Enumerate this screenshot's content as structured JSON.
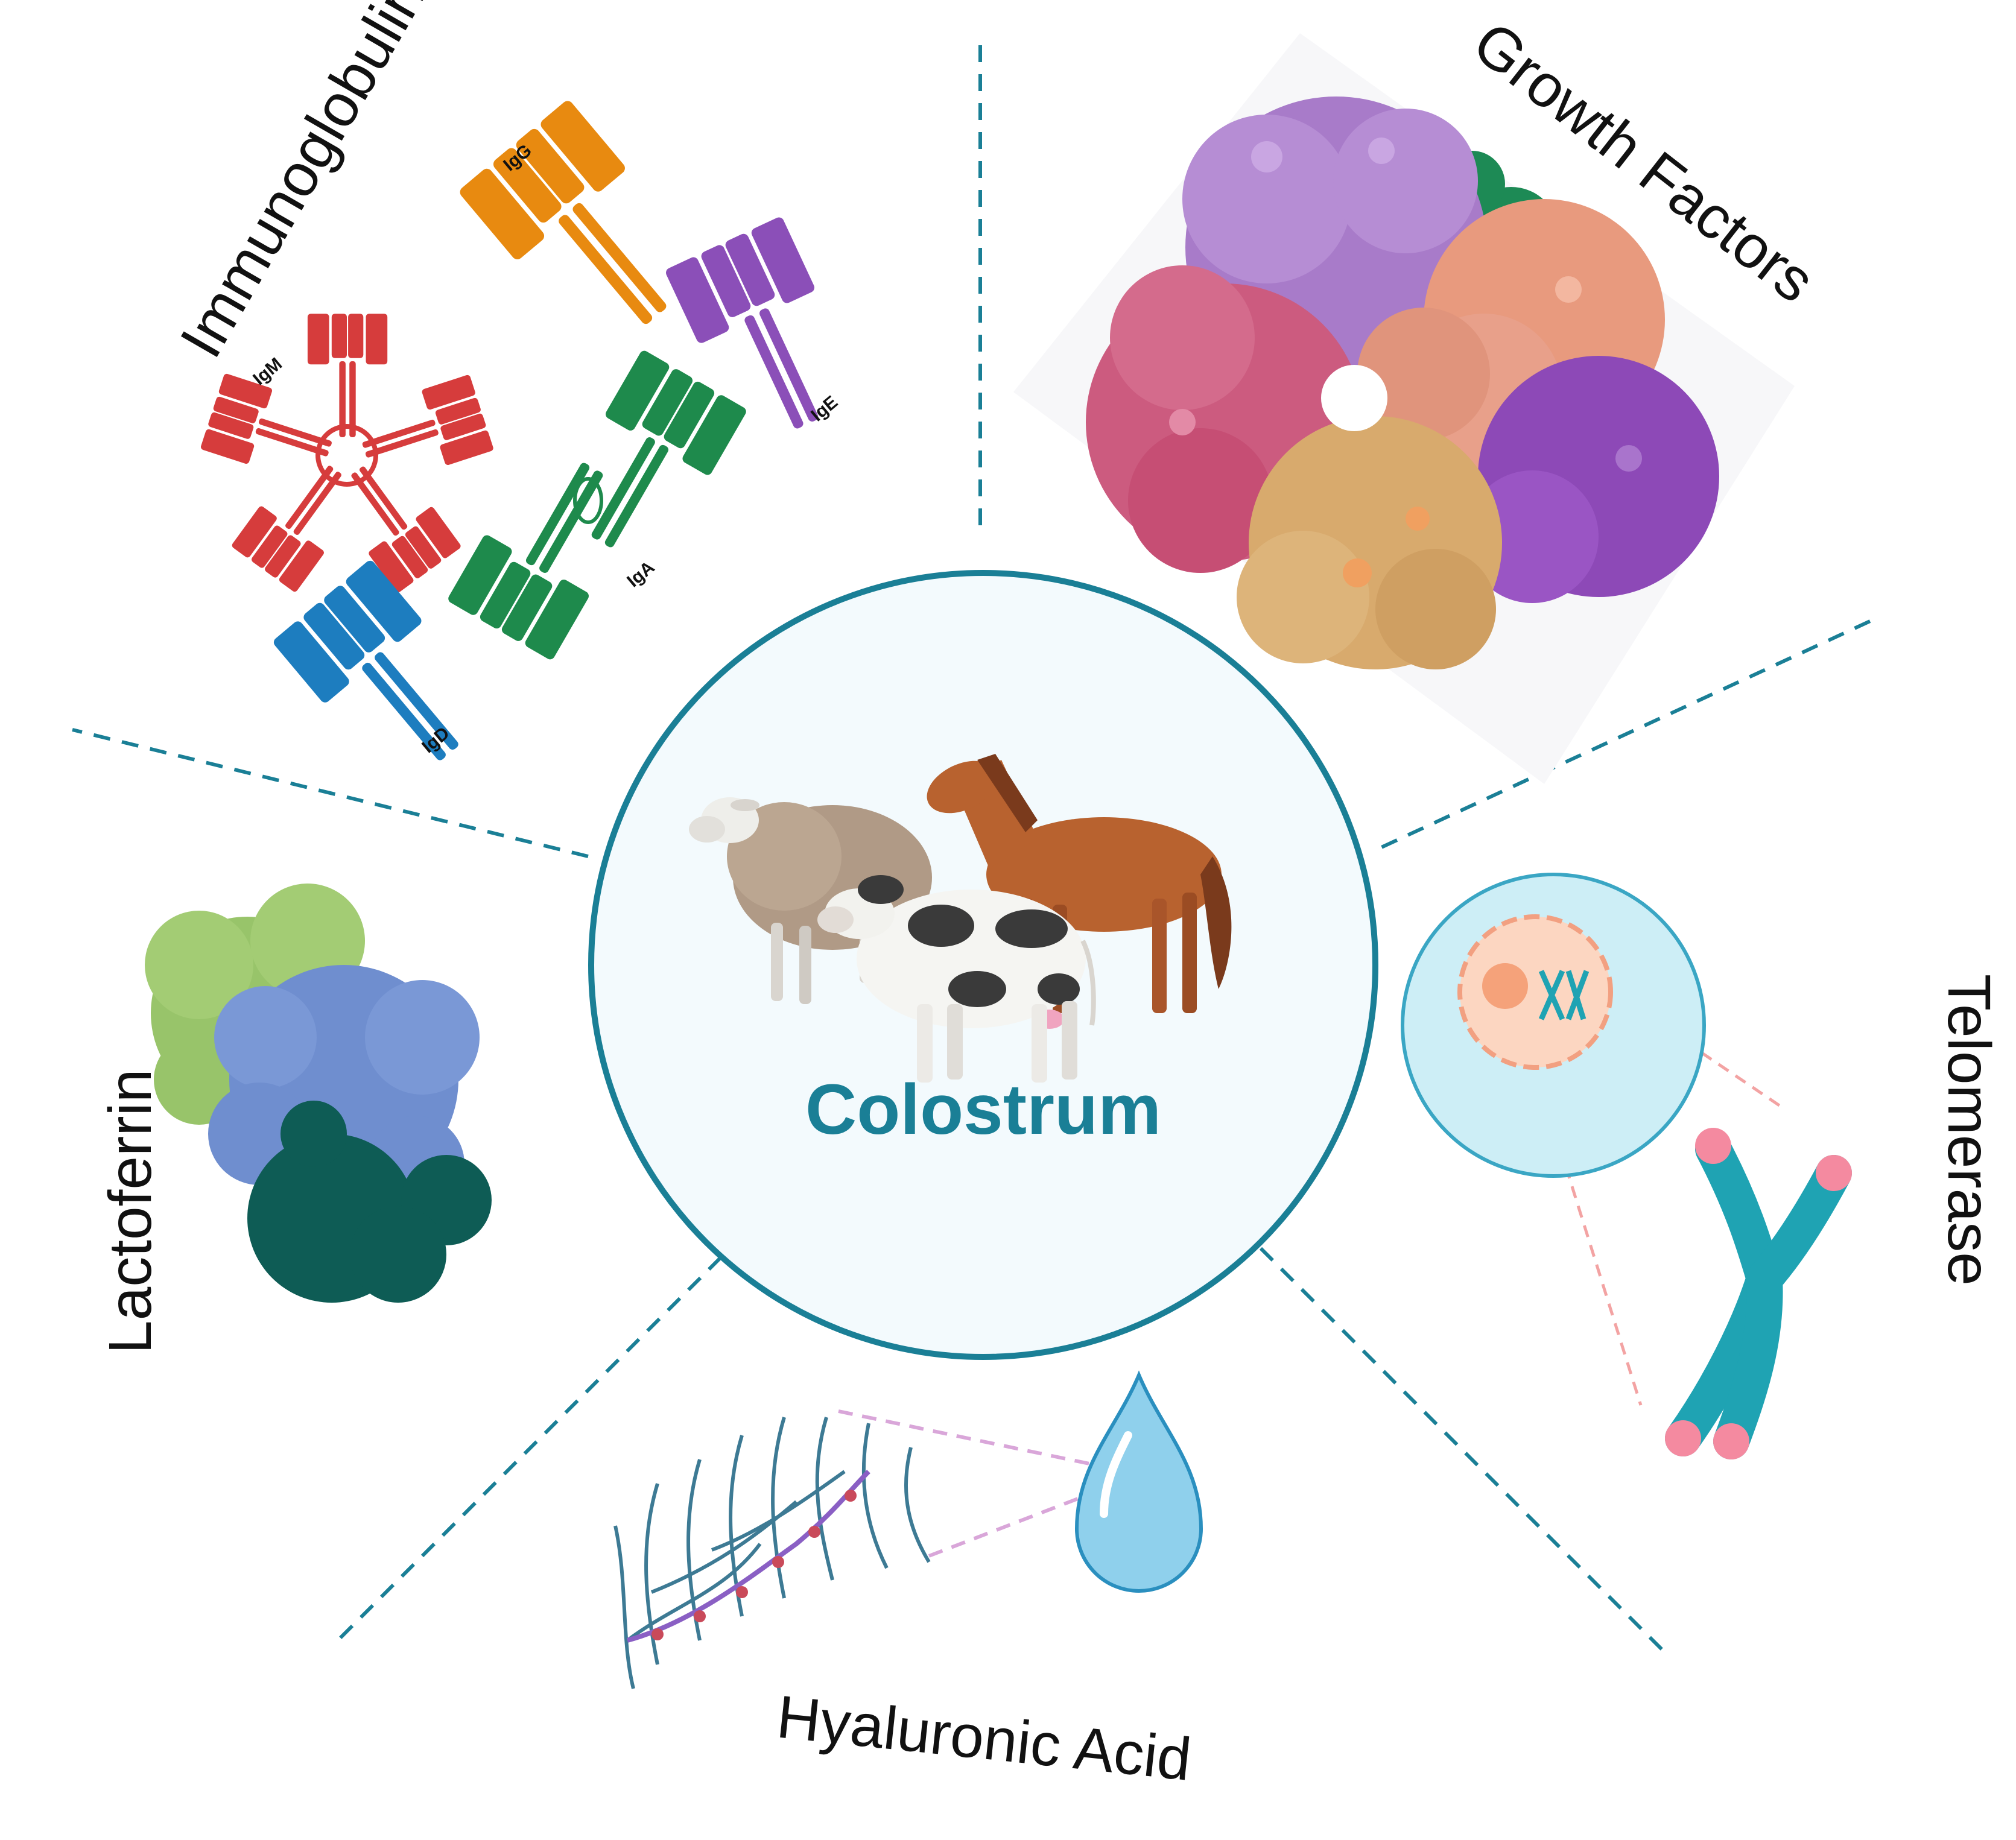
{
  "center": {
    "label": "Colostrum"
  },
  "sections": {
    "immunoglobulins": "Immunoglobulins",
    "growth_factors": "Growth Factors",
    "telomerase": "Telomerase",
    "hyaluronic_acid": "Hyaluronic Acid",
    "lactoferrin": "Lactoferrin"
  },
  "antibodies": {
    "igg": "IgG",
    "ige": "IgE",
    "igm": "IgM",
    "iga": "IgA",
    "igd": "IgD"
  },
  "colors": {
    "teal": "#1a7f96",
    "circle_fill": "#f3fafd",
    "igg": "#e88a10",
    "ige": "#8b4fb8",
    "igm": "#d63c3c",
    "iga": "#1e8a4c",
    "igd": "#1d7dbf",
    "chromosome": "#1fa3b3",
    "telomere": "#f48aa0",
    "drop": "#8fd0ec"
  }
}
